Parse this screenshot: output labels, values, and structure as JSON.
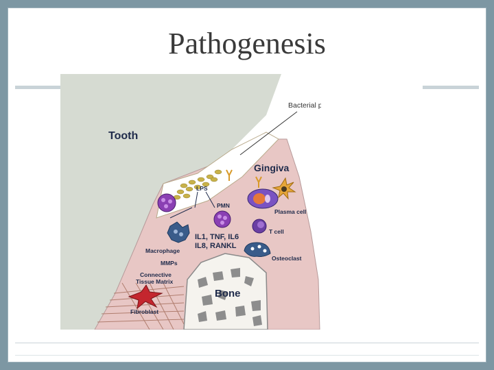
{
  "slide": {
    "title": "Pathogenesis"
  },
  "diagram": {
    "labels": {
      "tooth": "Tooth",
      "bacterial_plaque": "Bacterial plaque and biofilm",
      "gingiva": "Gingiva",
      "lps": "LPS",
      "pmn": "PMN",
      "plasma_cell": "Plasma cell",
      "t_cell": "T cell",
      "osteoclast": "Osteoclast",
      "macrophage": "Macrophage",
      "cytokines_line1": "IL1, TNF, IL6",
      "cytokines_line2": "IL8, RANKL",
      "mmps": "MMPs",
      "ctm_line1": "Connective",
      "ctm_line2": "Tissue Matrix",
      "bone": "Bone",
      "fibroblast": "Fibroblast"
    },
    "colors": {
      "tooth": "#d6dbd2",
      "tissue": "#e8c7c5",
      "bone": "#f5f3ee",
      "bacteria": "#c8b24a",
      "immune_cell": "#8a3fb3",
      "fibroblast": "#c4262e",
      "label": "#1e2a4a"
    }
  }
}
